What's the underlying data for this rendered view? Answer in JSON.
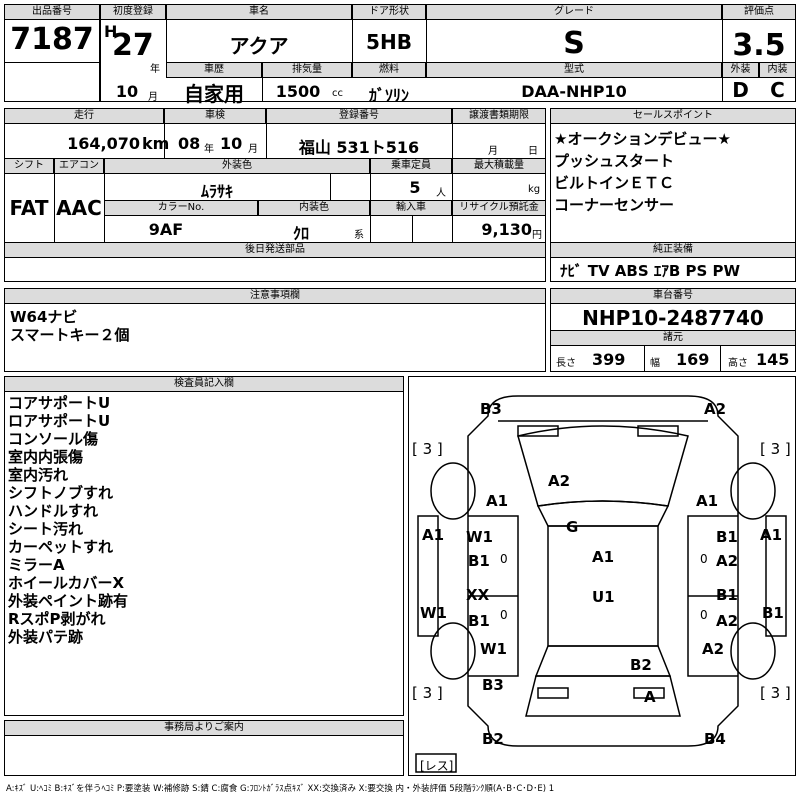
{
  "header": {
    "lot_label": "出品番号",
    "lot": "7187",
    "first_reg_label": "初度登録",
    "era": "H",
    "year": "27",
    "year_unit": "年",
    "month": "10",
    "month_unit": "月",
    "car_name_label": "車名",
    "car_name": "アクア",
    "door_label": "ドア形状",
    "door": "5HB",
    "grade_label": "グレード",
    "grade": "S",
    "score_label": "評価点",
    "score": "3.5",
    "exterior_label": "外装",
    "exterior": "D",
    "interior_label": "内装",
    "interior": "C",
    "history_label": "車歴",
    "history": "自家用",
    "displacement_label": "排気量",
    "displacement": "1500",
    "cc_unit": "cc",
    "fuel_label": "燃料",
    "fuel": "ｶﾞｿﾘﾝ",
    "model_label": "型式",
    "model": "DAA-NHP10"
  },
  "row2": {
    "mileage_label": "走行",
    "mileage": "164,070",
    "km_unit": "km",
    "inspection_label": "車検",
    "insp_year": "08",
    "insp_year_unit": "年",
    "insp_month": "10",
    "insp_month_unit": "月",
    "plate_label": "登録番号",
    "plate": "福山 531ト516",
    "transfer_label": "譲渡書類期限",
    "t_month_unit": "月",
    "t_day_unit": "日",
    "shift_label": "シフト",
    "shift": "FAT",
    "ac_label": "エアコン",
    "ac": "AAC",
    "color_label": "外装色",
    "color": "ﾑﾗｻｷ",
    "capacity_label": "乗車定員",
    "capacity": "5",
    "capacity_unit": "人",
    "load_label": "最大積載量",
    "load_unit": "kg",
    "color_no_label": "カラーNo.",
    "color_no": "9AF",
    "int_color_label": "内装色",
    "int_color": "ｸﾛ",
    "int_color_unit": "系",
    "import_label": "輸入車",
    "recycle_label": "リサイクル預託金",
    "recycle": "9,130",
    "recycle_unit": "円",
    "later_label": "後日発送部品"
  },
  "sales": {
    "label": "セールスポイント",
    "items": [
      "★オークションデビュー★",
      "プッシュスタート",
      "ビルトインＥＴＣ",
      "コーナーセンサー"
    ]
  },
  "equipment": {
    "label": "純正装備",
    "items": "ﾅﾋﾞ  TV  ABS ｴｱB PS PW"
  },
  "notes": {
    "label": "注意事項欄",
    "items": [
      "W64ナビ",
      "スマートキー２個"
    ]
  },
  "chassis": {
    "label": "車台番号",
    "number": "NHP10-2487740",
    "dims_label": "諸元",
    "length_label": "長さ",
    "length": "399",
    "width_label": "幅",
    "width": "169",
    "height_label": "高さ",
    "height": "145"
  },
  "inspector": {
    "label": "検査員記入欄",
    "items": [
      "コアサポートU",
      "ロアサポートU",
      "コンソール傷",
      "室内内張傷",
      "室内汚れ",
      "シフトノブすれ",
      "ハンドルすれ",
      "シート汚れ",
      "カーペットすれ",
      "ミラーA",
      "ホイールカバーX",
      "外装ペイント跡有",
      "RスポP剥がれ",
      "外装パテ跡"
    ]
  },
  "diagram": {
    "marks": {
      "b3_top": "B3",
      "a2_top": "A2",
      "tire_fl": "[ 3 ]",
      "tire_fr": "[ 3 ]",
      "tire_rl": "[ 3 ]",
      "tire_rr": "[ 3 ]",
      "hood": "A2",
      "fender_l": "A1",
      "fender_r": "A1",
      "side_l1": "A1",
      "side_r1": "A1",
      "roof_g": "G",
      "w1_l": "W1",
      "b1_l1": "B1",
      "b1_r1": "B1",
      "a2_r1": "A2",
      "roof_a1": "A1",
      "xx": "XX",
      "b1_l2": "B1",
      "u1": "U1",
      "b1_r2": "B1",
      "a2_r2": "A2",
      "w1_side": "W1",
      "b1_side": "B1",
      "w1_rear": "W1",
      "a2_rear": "A2",
      "b2_trunk": "B2",
      "b3_rear": "B3",
      "a_rear": "A",
      "b2_bottom": "B2",
      "b4_bottom": "B4",
      "small_zero1": "0",
      "small_zero2": "0",
      "small_zero3": "0",
      "small_zero4": "0",
      "spare_label": "[レス]"
    }
  },
  "office": {
    "label": "事務局よりご案内"
  },
  "legend": "A:ｷｽﾞ U:ﾍｺﾐ B:ｷｽﾞを伴うﾍｺﾐ P:要塗装 W:補修跡 S:錆 C:腐食 G:ﾌﾛﾝﾄｶﾞﾗｽ点ｷｽﾞ XX:交換済み X:要交換 内・外装評価 5段階ﾗﾝｸ順(A･B･C･D･E) 1"
}
